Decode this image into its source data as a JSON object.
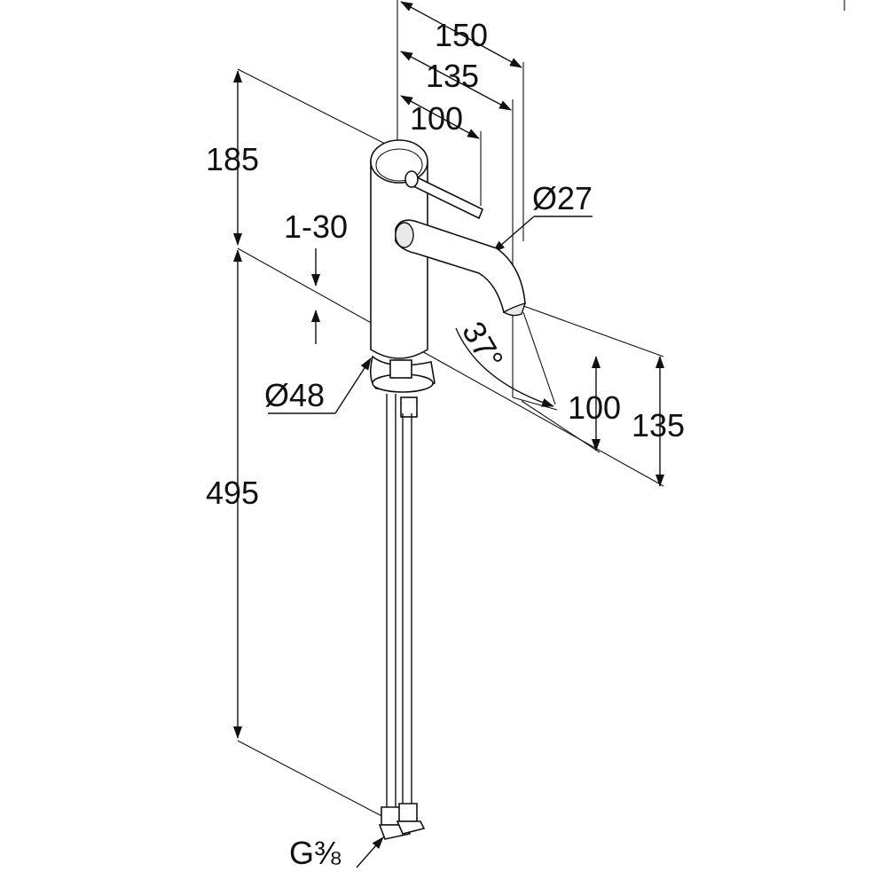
{
  "dimensions": {
    "width_150": "150",
    "width_135": "135",
    "width_100": "100",
    "height_185": "185",
    "deck_range": "1-30",
    "spout_diameter": "Ø27",
    "base_diameter": "Ø48",
    "angle": "37°",
    "spout_height_100": "100",
    "spout_height_135": "135",
    "hose_length": "495",
    "connection": "G⅜"
  }
}
